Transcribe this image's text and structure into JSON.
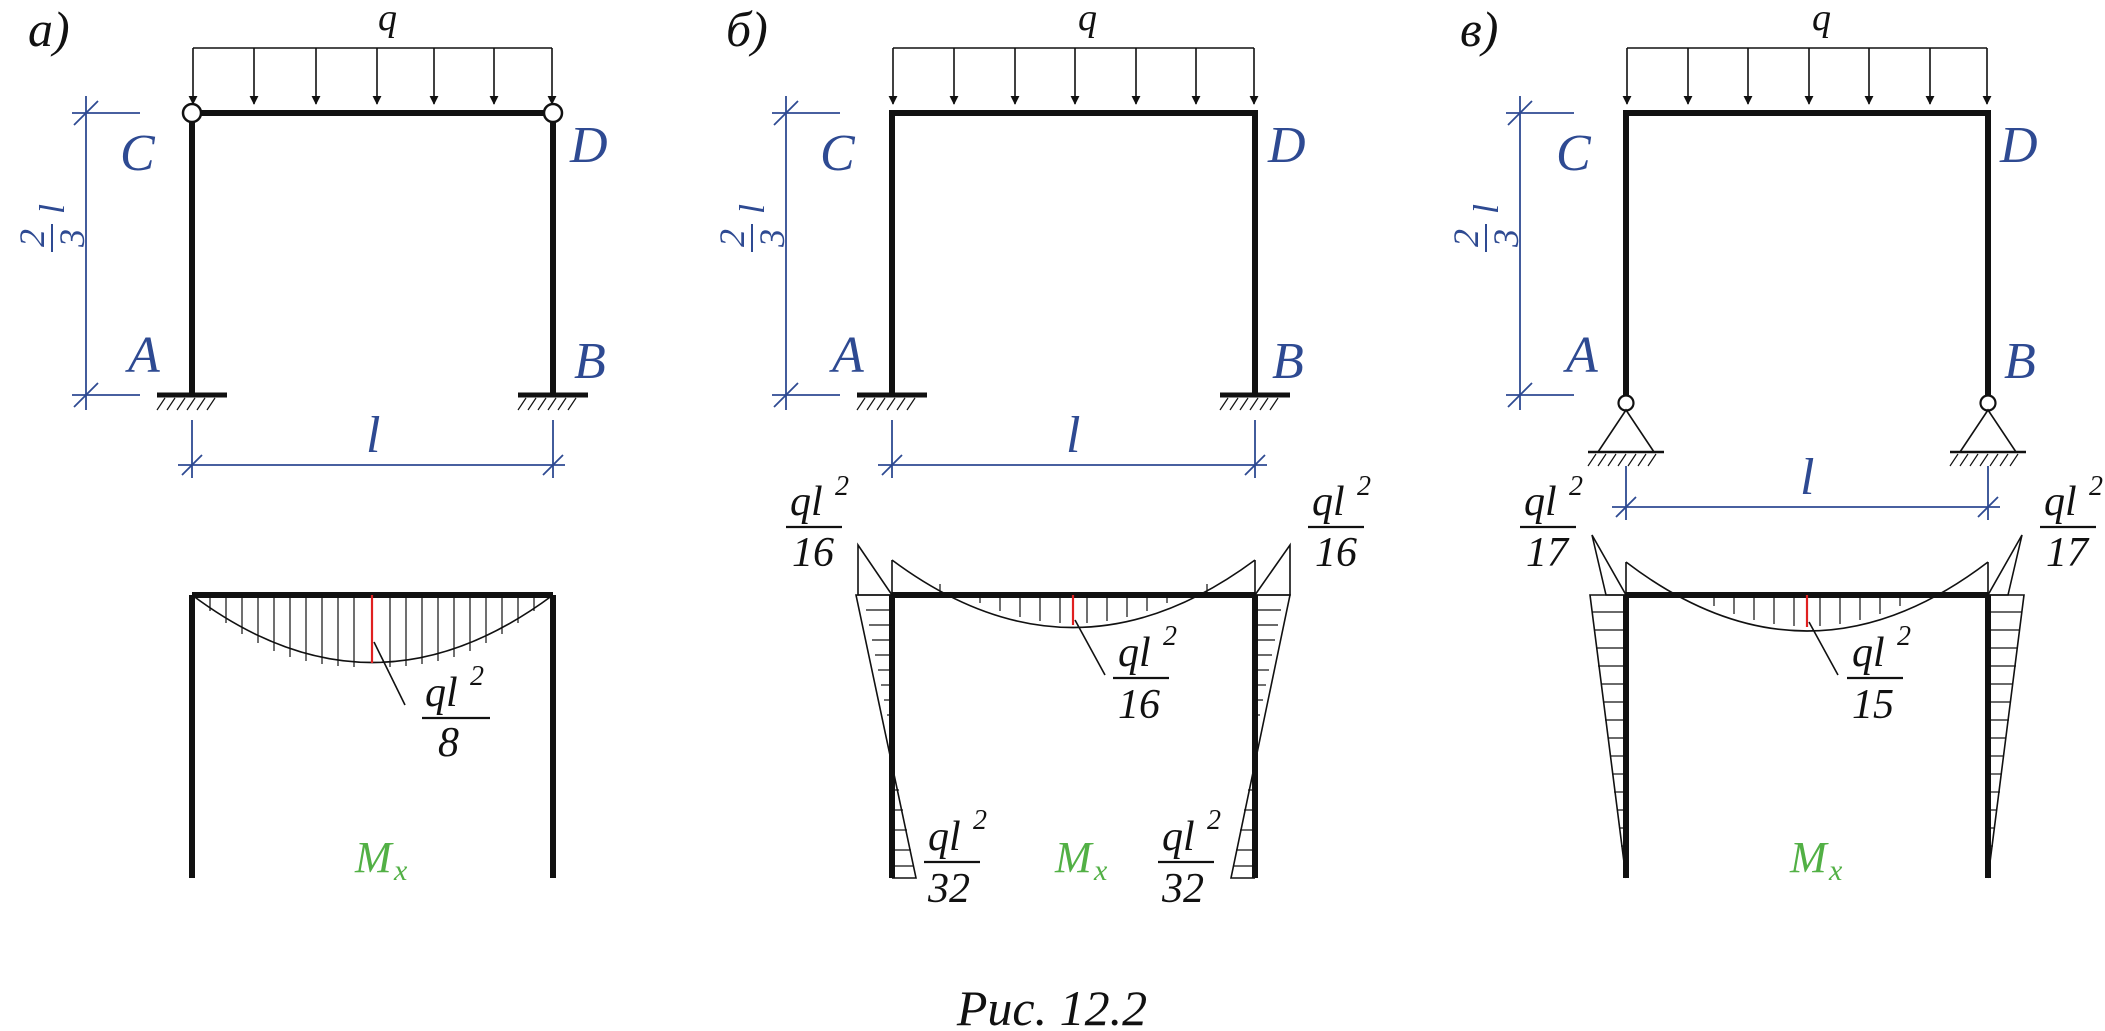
{
  "panels": [
    {
      "id": "a",
      "panel_label": "а)",
      "load": "q",
      "node_labels": {
        "C": "C",
        "D": "D",
        "A": "A",
        "B": "B"
      },
      "height_dim": {
        "num": "2",
        "den": "3",
        "var": "l"
      },
      "span_dim": "l",
      "moment_label": {
        "num": "ql",
        "exp": "2",
        "den": "8"
      },
      "diagram_label": {
        "main": "M",
        "sub": "x"
      }
    },
    {
      "id": "b",
      "panel_label": "б)",
      "load": "q",
      "node_labels": {
        "C": "C",
        "D": "D",
        "A": "A",
        "B": "B"
      },
      "height_dim": {
        "num": "2",
        "den": "3",
        "var": "l"
      },
      "span_dim": "l",
      "corner_left": {
        "num": "ql",
        "exp": "2",
        "den": "16"
      },
      "corner_right": {
        "num": "ql",
        "exp": "2",
        "den": "16"
      },
      "midspan": {
        "num": "ql",
        "exp": "2",
        "den": "16"
      },
      "base_left": {
        "num": "ql",
        "exp": "2",
        "den": "32"
      },
      "base_right": {
        "num": "ql",
        "exp": "2",
        "den": "32"
      },
      "diagram_label": {
        "main": "M",
        "sub": "x"
      }
    },
    {
      "id": "v",
      "panel_label": "в)",
      "load": "q",
      "node_labels": {
        "C": "C",
        "D": "D",
        "A": "A",
        "B": "B"
      },
      "height_dim": {
        "num": "2",
        "den": "3",
        "var": "l"
      },
      "span_dim": "l",
      "corner_left": {
        "num": "ql",
        "exp": "2",
        "den": "17"
      },
      "corner_right": {
        "num": "ql",
        "exp": "2",
        "den": "17"
      },
      "midspan": {
        "num": "ql",
        "exp": "2",
        "den": "15"
      },
      "diagram_label": {
        "main": "M",
        "sub": "x"
      }
    }
  ],
  "caption": "Рис. 12.2",
  "colors": {
    "labels": "#2e4a92",
    "frame": "#111111",
    "moment_label": "#52b045",
    "max_marker": "#e02020"
  }
}
